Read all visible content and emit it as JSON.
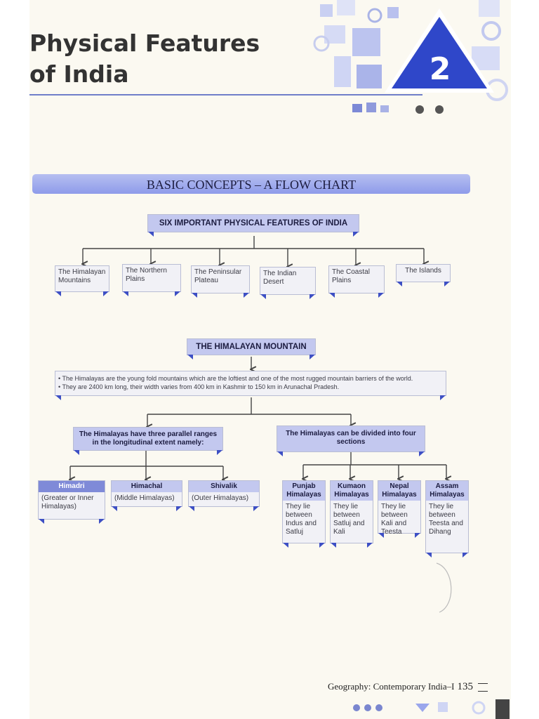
{
  "chapter": {
    "title_line1": "Physical Features",
    "title_line2": "of India",
    "number": "2"
  },
  "banner": "BASIC CONCEPTS – A FLOW CHART",
  "features": {
    "title": "SIX IMPORTANT PHYSICAL FEATURES OF INDIA",
    "items": [
      "The Himalayan Mountains",
      "The Northern Plains",
      "The Peninsular Plateau",
      "The Indian Desert",
      "The Coastal Plains",
      "The Islands"
    ]
  },
  "himalaya": {
    "title": "THE HIMALAYAN MOUNTAIN",
    "facts": [
      "The Himalayas are the young fold mountains which are the loftiest and one of the most rugged mountain barriers of the world.",
      "They are 2400 km long, their width varies from 400 km in Kashmir to 150 km in Arunachal Pradesh."
    ],
    "ranges_heading": "The Himalayas have three parallel ranges in the longitudinal extent namely:",
    "sections_heading": "The Himalayas can be divided into four sections",
    "ranges": [
      {
        "name": "Himadri",
        "desc": "(Greater or Inner Himalayas)"
      },
      {
        "name": "Himachal",
        "desc": "(Middle Himalayas)"
      },
      {
        "name": "Shivalik",
        "desc": "(Outer Himalayas)"
      }
    ],
    "sections": [
      {
        "name": "Punjab Himalayas",
        "desc": "They lie between Indus and Satluj"
      },
      {
        "name": "Kumaon Himalayas",
        "desc": "They lie between Satluj and Kali"
      },
      {
        "name": "Nepal Himalayas",
        "desc": "They lie between Kali and Teesta"
      },
      {
        "name": "Assam Himalayas",
        "desc": "They lie between Teesta and Dihang"
      }
    ]
  },
  "footer": {
    "text": "Geography: Contemporary India–I",
    "page": "135"
  },
  "colors": {
    "accent": "#3d4fc4",
    "box_header": "#c3c8ef",
    "banner": "#9aa6ec",
    "triangle": "#2f47c9"
  }
}
